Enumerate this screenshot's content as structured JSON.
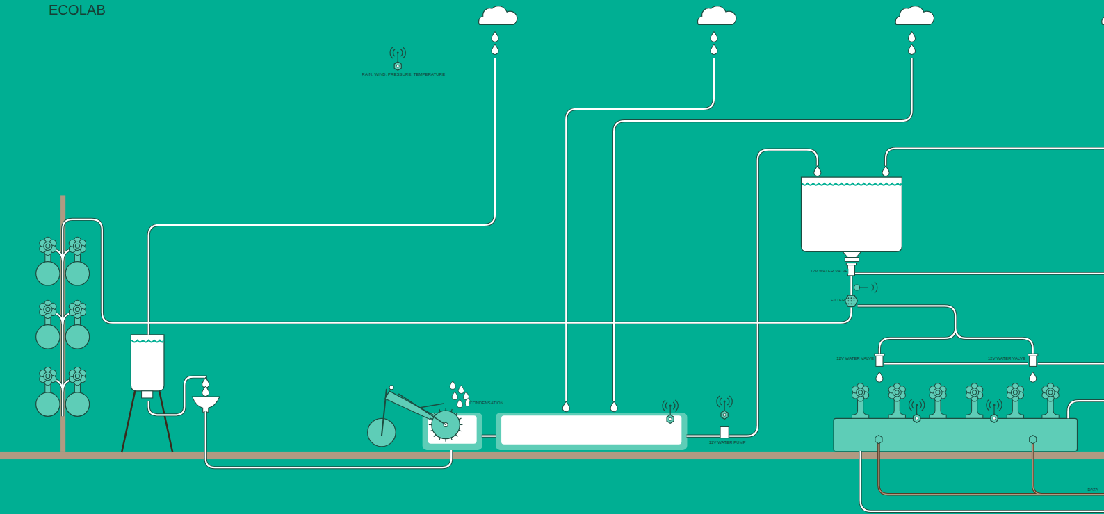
{
  "diagram": {
    "title": "ECOLAB",
    "labels": [
      "RAIN, WIND, PRESSURE, TEMPERATURE",
      "CONDENSATION",
      "12V WATER VALVE",
      "FILTER",
      "12V WATER VALVE",
      "12V WATER VALVE",
      "12V WATER PUMP",
      "— DATA"
    ]
  }
}
